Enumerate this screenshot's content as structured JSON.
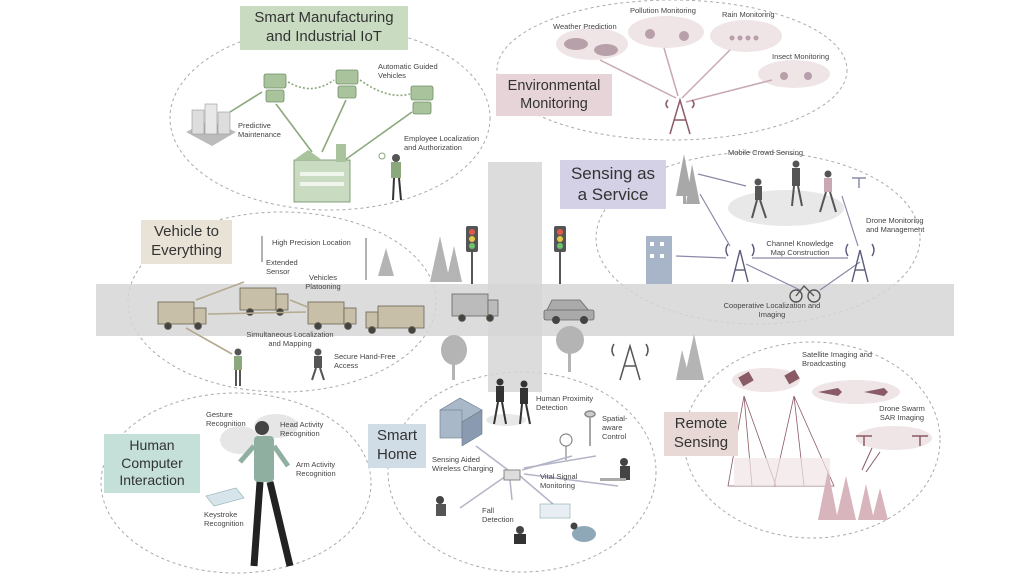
{
  "colors": {
    "road": "#d6d6d6",
    "green_box": "#c9dcc2",
    "pink_box": "#e6d4d8",
    "purple_box": "#d4d0e6",
    "beige_box": "#e9e2d6",
    "mint_box": "#c4e0d8",
    "blue_box": "#d0dce6",
    "rose_box": "#e8d8d6"
  },
  "sections": {
    "manufacturing": {
      "title": "Smart Manufacturing and Industrial IoT",
      "labels": {
        "predictive": "Predictive Maintenance",
        "agv": "Automatic Guided Vehicles",
        "employee": "Employee Localization and Authorization"
      }
    },
    "environment": {
      "title": "Environmental Monitoring",
      "labels": {
        "weather": "Weather Prediction",
        "pollution": "Pollution Monitoring",
        "rain": "Rain Monitoring",
        "insect": "Insect Monitoring"
      }
    },
    "saas": {
      "title": "Sensing as a Service",
      "labels": {
        "crowd": "Mobile Crowd Sensing",
        "drone": "Drone Monitoring and Management",
        "channel": "Channel Knowledge Map Construction",
        "coop": "Cooperative Localization and Imaging"
      }
    },
    "v2x": {
      "title": "Vehicle to Everything",
      "labels": {
        "hpl": "High Precision Location",
        "ext": "Extended Sensor",
        "platoon": "Vehicles Platooning",
        "slam": "Simultaneous Localization and Mapping",
        "secure": "Secure Hand-Free Access"
      }
    },
    "hci": {
      "title": "Human Computer Interaction",
      "labels": {
        "gesture": "Gesture Recognition",
        "head": "Head Activity Recognition",
        "arm": "Arm Activity Recognition",
        "keystroke": "Keystroke Recognition"
      }
    },
    "home": {
      "title": "Smart Home",
      "labels": {
        "proximity": "Human Proximity Detection",
        "spatial": "Spatial-aware Control",
        "wireless": "Sensing Aided Wireless Charging",
        "vital": "Vital Signal Monitoring",
        "fall": "Fall Detection"
      }
    },
    "remote": {
      "title": "Remote Sensing",
      "labels": {
        "satellite": "Satellite Imaging and Broadcasting",
        "swarm": "Drone Swarm SAR Imaging"
      }
    }
  }
}
